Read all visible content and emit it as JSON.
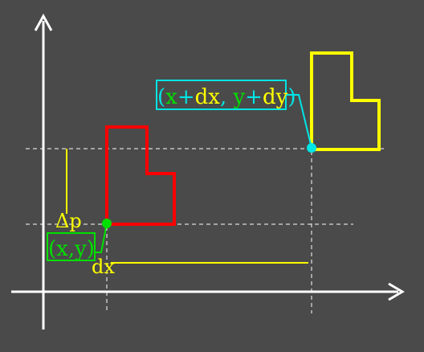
{
  "colors": {
    "background": "#4a4a4a",
    "axis": "#ffffff",
    "guide": "#ffffff",
    "original_shape": "#ff0000",
    "translated_shape": "#ffff00",
    "origin_point": "#00e000",
    "target_point": "#00e5e5",
    "dx_dy": "#ffff00"
  },
  "labels": {
    "origin": {
      "open": "(",
      "x": "x",
      "comma": ",",
      "y": "y",
      "close": ")"
    },
    "target": {
      "open": "(",
      "x": "x",
      "plus1": "+",
      "dx": "dx",
      "comma": ", ",
      "y": "y",
      "plus2": "+",
      "dy": "dy",
      "close": ")"
    },
    "dx": "dx",
    "dy": "Δp"
  }
}
